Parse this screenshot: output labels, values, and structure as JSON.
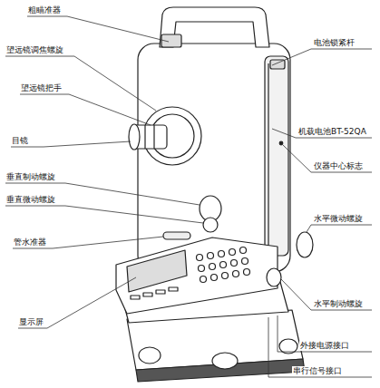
{
  "diagram": {
    "labels": [
      "粗瞄准器",
      "望远镜调焦螺旋",
      "望远镜把手",
      "目镜",
      "垂直制动螺旋",
      "垂直微动螺旋",
      "管水准器",
      "显示屏",
      "电池锁紧杆",
      "机载电池BT-52QA",
      "仪器中心标志",
      "水平微动螺旋",
      "水平制动螺旋",
      "外接电源接口",
      "串行信号接口"
    ]
  }
}
